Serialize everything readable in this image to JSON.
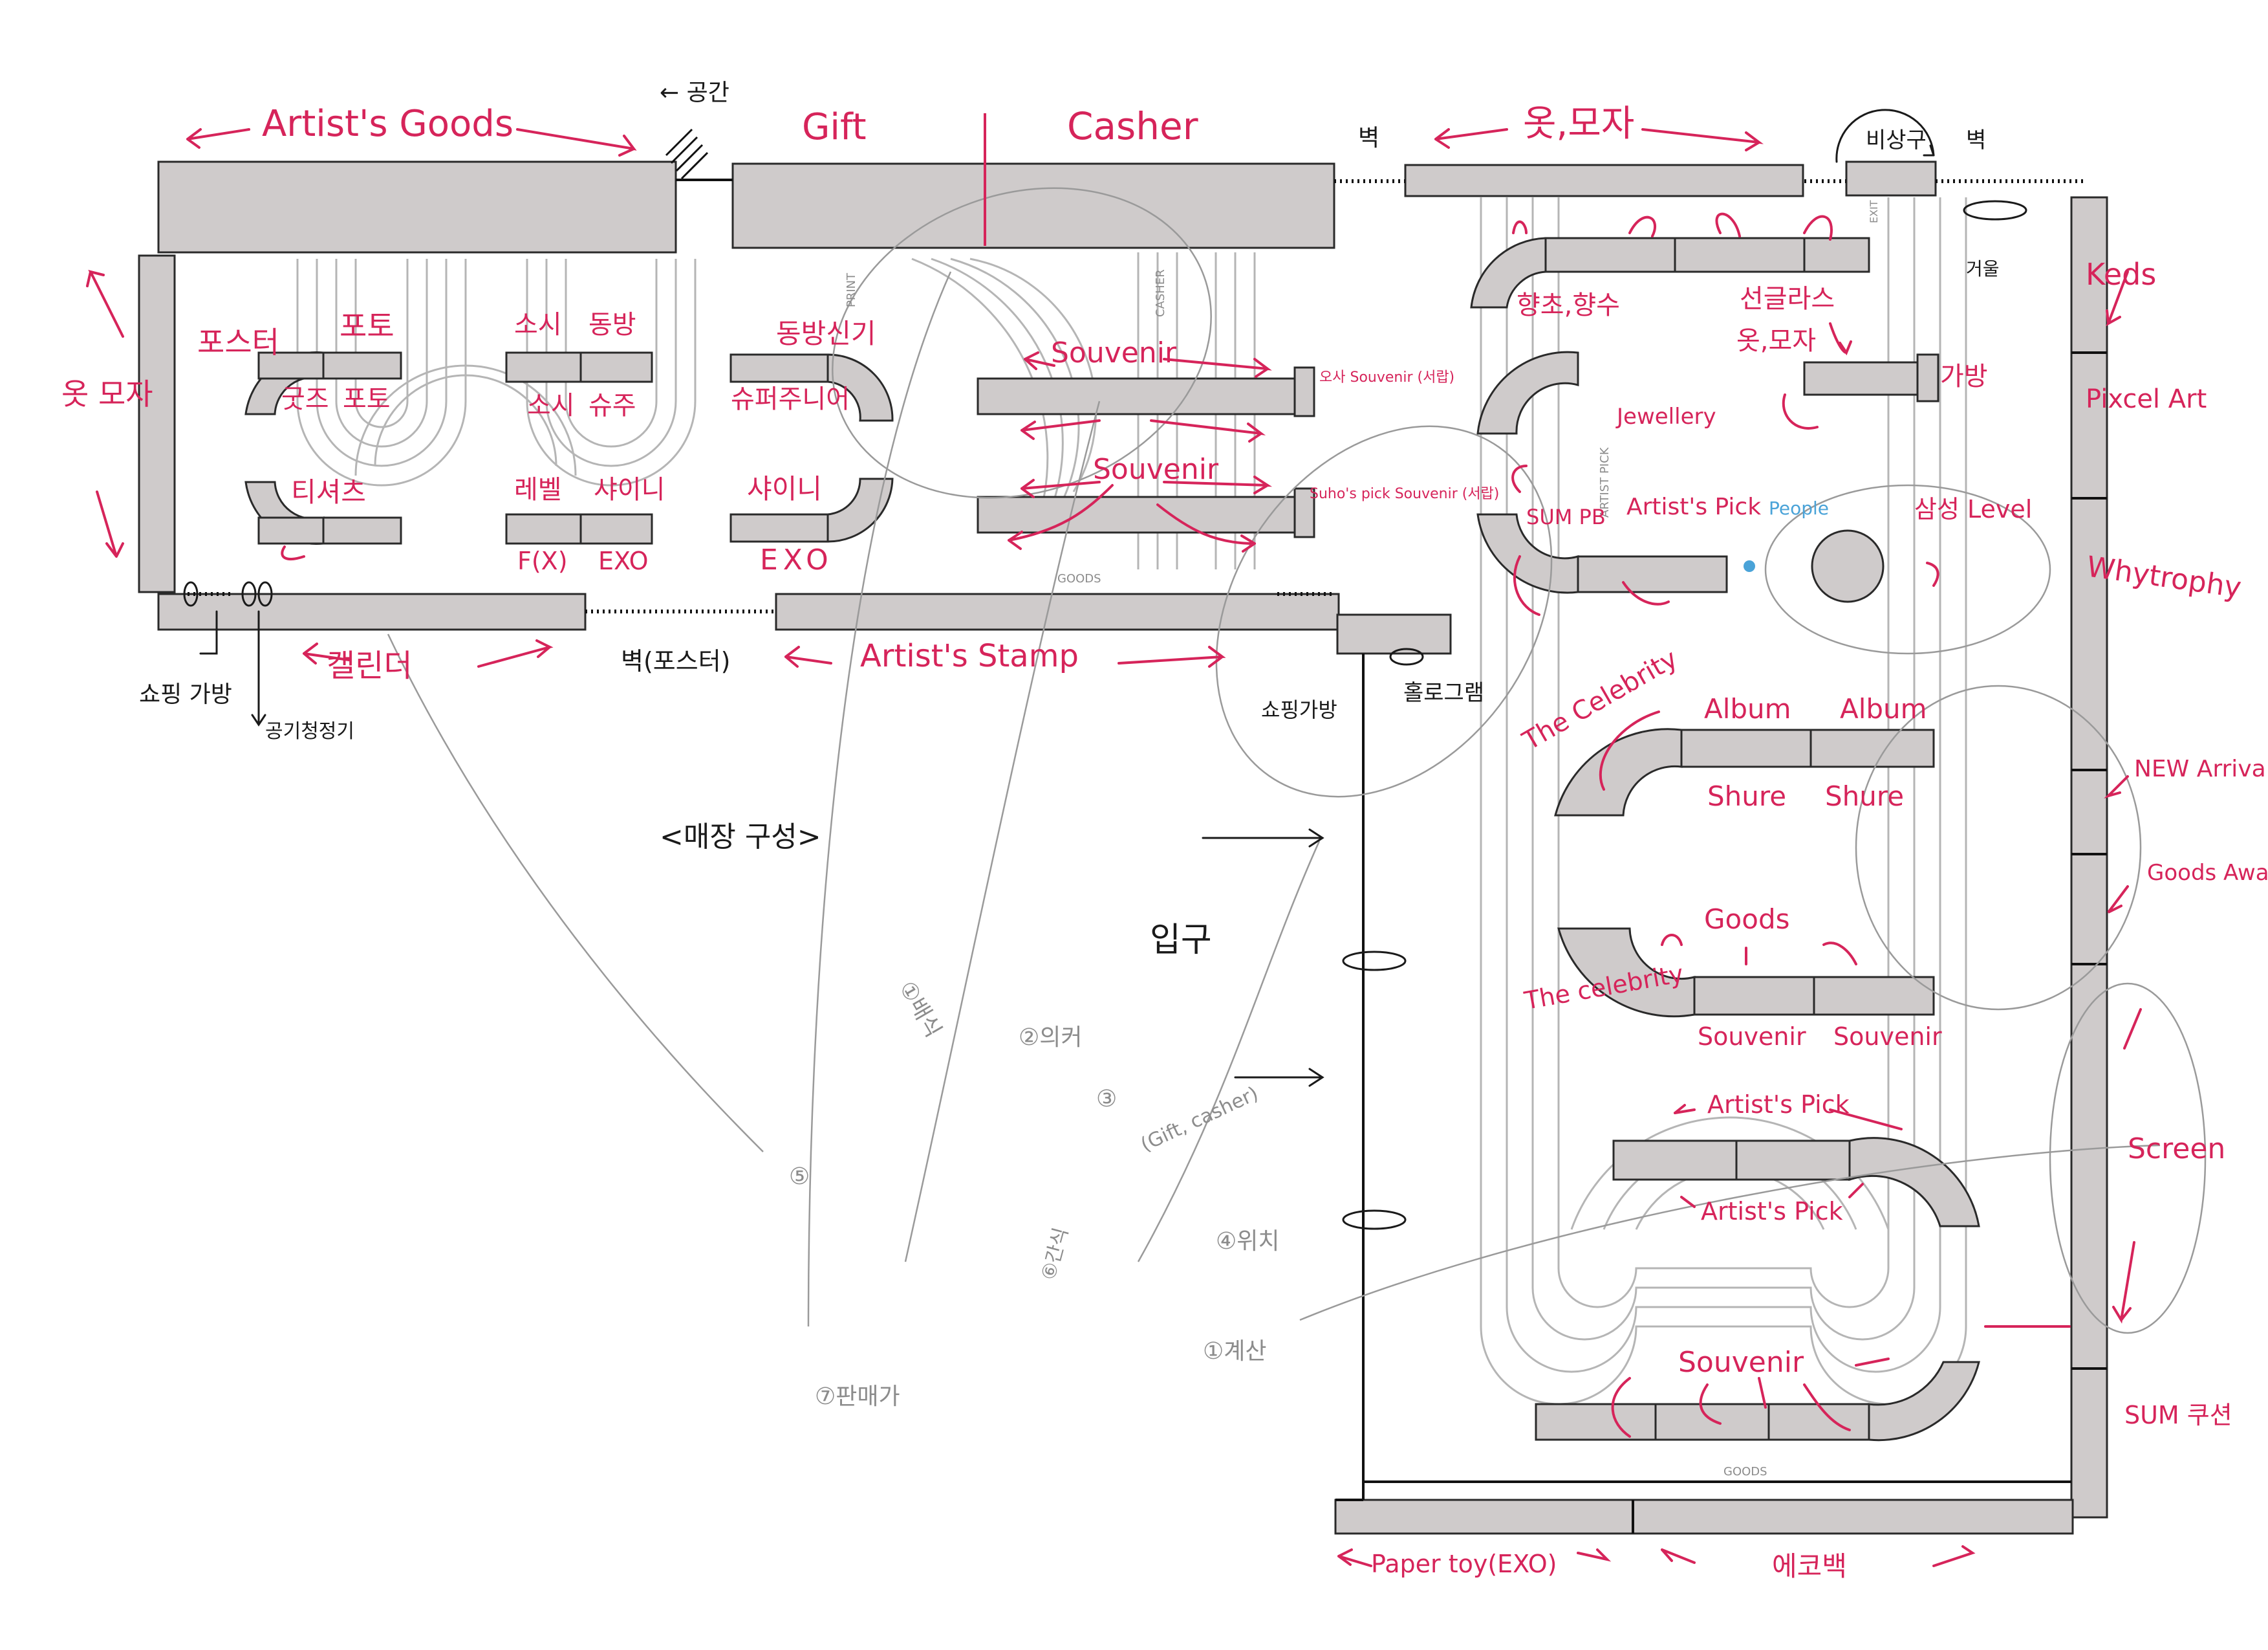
{
  "title": "<매장 구성>",
  "entrance": "입구",
  "zones_top": {
    "artists_goods": "Artist's Goods",
    "gap": "← 공간",
    "gift": "Gift",
    "casher": "Casher",
    "wall_top": "벽",
    "clothes_hats_top": "옷,모자",
    "emergency_exit": "비상구",
    "wall_top_right": "벽"
  },
  "zones_left": {
    "clothes_hats_left": "옷 모자",
    "calendar": "캘린더",
    "wall_poster": "벽(포스터)",
    "artists_stamp": "Artist's Stamp",
    "shopping_bag_left": "쇼핑 가방",
    "air_purifier": "공기청정기"
  },
  "left_shelves": {
    "poster": "포스터",
    "photo_top": "포토",
    "goods": "굿즈",
    "photo_bottom": "포토",
    "tshirt": "티셔츠",
    "sosi_top": "소시",
    "dongbang_top": "동방",
    "sosi_bottom": "소시",
    "suju": "슈주",
    "label": "레벨",
    "shinee": "샤이니",
    "fx": "F(X)",
    "exo": "EXO"
  },
  "middle_shelves": {
    "dongbangsingi": "동방신기",
    "superjunior": "슈퍼주니어",
    "shinee": "샤이니",
    "exo": "EXO",
    "souvenir_1": "Souvenir",
    "souvenir_2": "Souvenir",
    "osaka_souvenir": "오사 Souvenir (서랍)",
    "suhos_pick": "Suho's pick Souvenir (서랍)",
    "shopping_bag_mid": "쇼핑가방",
    "hologram": "홀로그램"
  },
  "printed_labels": {
    "print": "PRINT",
    "casher": "CASHER",
    "goods_mid": "GOODS",
    "exit": "EXIT",
    "artist_pick": "ARTIST PICK",
    "goods_bottom": "GOODS"
  },
  "right_area": {
    "perfume": "향초,향수",
    "sunglasses": "선글라스",
    "clothes_hats": "옷,모자",
    "bag": "가방",
    "mirror": "거울",
    "jewellery": "Jewellery",
    "sum_pb": "SUM PB",
    "artists_pick": "Artist's Pick",
    "people": "People",
    "samsung_level": "삼성 Level",
    "the_celebrity_1": "The Celebrity",
    "album_1": "Album",
    "album_2": "Album",
    "shure_1": "Shure",
    "shure_2": "Shure",
    "goods": "Goods",
    "the_celebrity_2": "The celebrity",
    "souvenir_a": "Souvenir",
    "souvenir_b": "Souvenir",
    "artists_pick_top": "Artist's Pick",
    "artists_pick_bottom": "Artist's Pick",
    "souvenir_bottom": "Souvenir",
    "paper_toy": "Paper toy(EXO)",
    "eco_bag": "에코백"
  },
  "right_wall": {
    "keds": "Keds",
    "pixcel_art": "Pixcel Art",
    "whytrophy": "Whytrophy",
    "new_arrival": "NEW Arrival",
    "goods_award": "Goods Award",
    "screen": "Screen",
    "sum_cushion": "SUM 쿠션"
  },
  "pencil_notes": {
    "n1": "①배식",
    "n2": "②의커",
    "n3": "③",
    "n4": "(Gift, casher)",
    "n5": "⑤",
    "n6": "⑥간식",
    "n7": "④위치",
    "n8": "①계산",
    "n9": "⑦판매가"
  }
}
